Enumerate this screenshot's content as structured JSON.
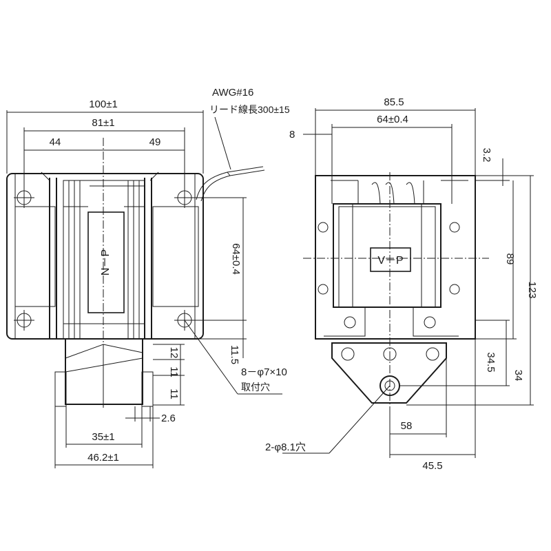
{
  "front_view": {
    "overall_width": "100±1",
    "hole_pitch": "81±1",
    "left_offset": "44",
    "right_offset": "49",
    "lead_wire": "AWG#16",
    "lead_length": "リード線長300±15",
    "vertical_hole_pitch": "64±0.4",
    "bottom_offset": "11.5",
    "mount_holes": "8－φ7×10",
    "mount_holes_caption": "取付穴",
    "stack_dim_top": "12",
    "stack_dim_mid": "11",
    "stack_dim_bot": "11",
    "plate_thickness": "2.6",
    "plunger_width": "35±1",
    "base_width": "46.2±1",
    "coil_label": "N－P"
  },
  "side_view": {
    "overall_width": "85.5",
    "hole_pitch": "64±0.4",
    "edge_offset": "8",
    "top_offset": "3.2",
    "body_height": "89",
    "overall_height": "123",
    "plunger_offset": "34.5",
    "plunger_height": "34",
    "pin_offset": "58",
    "pin_to_edge": "45.5",
    "pin_holes": "2-φ8.1穴",
    "coil_label": "V－P"
  }
}
